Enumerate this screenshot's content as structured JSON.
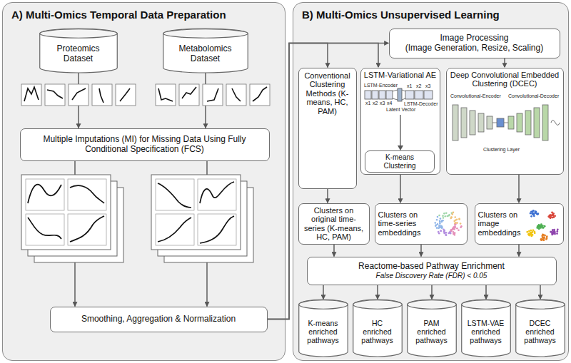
{
  "diagram": {
    "nodes": [
      {
        "text": [
          "A) Multi-Omics Temporal Data Preparation"
        ]
      },
      {
        "text": [
          "Proteomics Dataset"
        ],
        "in": 0
      },
      {
        "text": [
          "Metabolomics Dataset"
        ],
        "in": 0
      },
      {
        "text": [
          "Multiple Imputations (MI) for Missing Data Using Fully Conditional Specification (FCS)"
        ],
        "in": 0
      },
      {
        "text": [
          "Smoothing, Aggregation & Normalization"
        ],
        "in": 0
      },
      {
        "text": [
          "B) Multi-Omics Unsupervised Learning"
        ]
      },
      {
        "text": [
          "Image Processing",
          "(Image Generation, Resize, Scaling)"
        ],
        "in": 5
      },
      {
        "text": [
          "Conventional Clustering Methods (K-means, HC, PAM)"
        ],
        "in": 5
      },
      {
        "text": [
          "LSTM-Variational AE"
        ],
        "in": 5
      },
      {
        "text": [
          "K-means Clustering"
        ],
        "in": 8
      },
      {
        "text": [
          "Deep Convolutional Embedded Clustering (DCEC)"
        ],
        "in": 5
      },
      {
        "text": [
          "Clusters on original time-series (K-means, HC, PAM)"
        ],
        "in": 5
      },
      {
        "text": [
          "Clusters on time-series embeddings"
        ],
        "in": 5
      },
      {
        "text": [
          "Clusters on image embeddings"
        ],
        "in": 5
      },
      {
        "text": [
          "Reactome-based Pathway Enrichment",
          "False Discovery Rate (FDR) < 0.05"
        ],
        "in": 5
      },
      {
        "text": [
          "K-means enriched pathways"
        ],
        "in": 5
      },
      {
        "text": [
          "HC enriched pathways"
        ],
        "in": 5
      },
      {
        "text": [
          "PAM enriched pathways"
        ],
        "in": 5
      },
      {
        "text": [
          "LSTM-VAE enriched pathways"
        ],
        "in": 5
      },
      {
        "text": [
          "DCEC enriched pathways"
        ],
        "in": 5
      }
    ],
    "edges": [
      {
        "from": 1,
        "to": 3,
        "arrow": "to"
      },
      {
        "from": 2,
        "to": 3,
        "arrow": "to"
      },
      {
        "from": 3,
        "to": 4,
        "arrow": "to"
      },
      {
        "from": 3,
        "to": 4,
        "arrow": "to"
      },
      {
        "from": 4,
        "to": 6,
        "arrow": "to"
      },
      {
        "from": 4,
        "to": 7,
        "arrow": "to"
      },
      {
        "from": 4,
        "to": 8,
        "arrow": "to"
      },
      {
        "from": 6,
        "to": 10,
        "arrow": "to"
      },
      {
        "from": 7,
        "to": 11,
        "arrow": "to"
      },
      {
        "from": 9,
        "to": 12,
        "arrow": "to"
      },
      {
        "from": 10,
        "to": 13,
        "arrow": "to"
      },
      {
        "from": 11,
        "to": 14,
        "arrow": "to"
      },
      {
        "from": 12,
        "to": 14,
        "arrow": "to"
      },
      {
        "from": 13,
        "to": 14,
        "arrow": "to"
      },
      {
        "from": 14,
        "to": 15,
        "arrow": "to"
      },
      {
        "from": 14,
        "to": 16,
        "arrow": "to"
      },
      {
        "from": 14,
        "to": 17,
        "arrow": "to"
      },
      {
        "from": 14,
        "to": 18,
        "arrow": "to"
      },
      {
        "from": 14,
        "to": 19,
        "arrow": "to"
      }
    ],
    "labels": [
      "LSTM-Encoder",
      "x1",
      "x2",
      "x3",
      "x4",
      "x1",
      "x2",
      "x3",
      "LSTM-Decoder",
      "Latent Vector",
      "Convolutional-Encoder",
      "Convolutional-Decoder",
      "Clustering Layer"
    ]
  }
}
